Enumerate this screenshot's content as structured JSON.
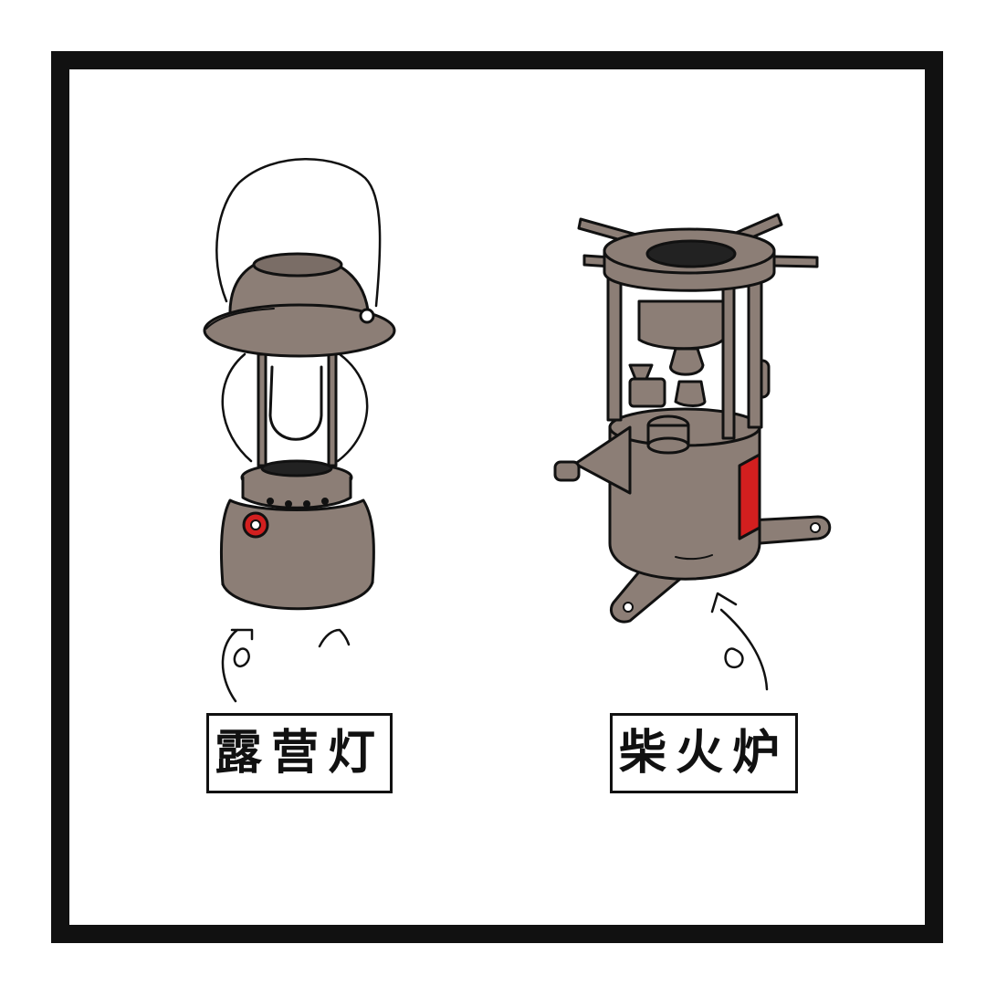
{
  "colors": {
    "frame": "#111111",
    "metal": "#8c7e76",
    "metal_dark": "#7a6d66",
    "accent_red": "#d21f1f",
    "background": "#ffffff"
  },
  "panel": {
    "lantern": {
      "label": "露营灯",
      "icon": "camping-lantern-illustration"
    },
    "stove": {
      "label": "柴火炉",
      "icon": "camping-stove-illustration"
    }
  }
}
